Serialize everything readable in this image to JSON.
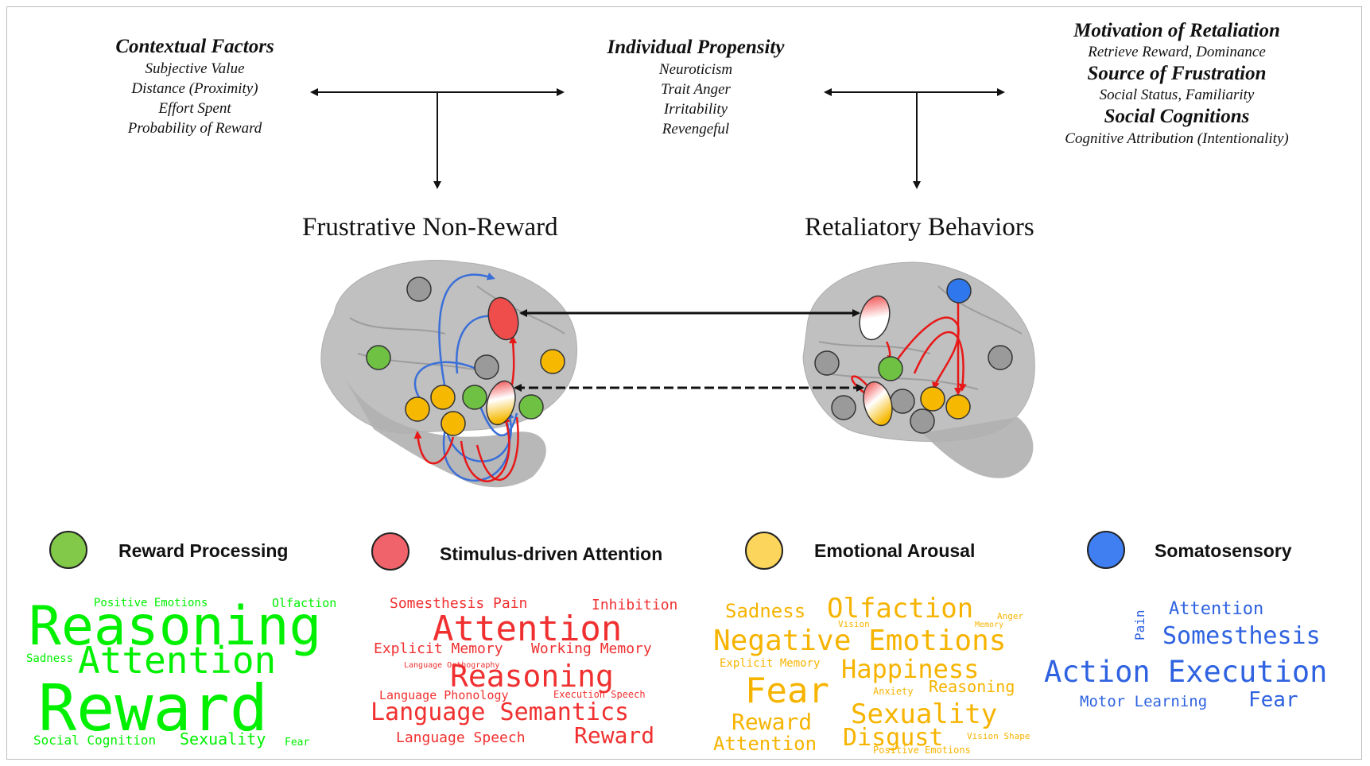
{
  "header": {
    "contextual": {
      "title": "Contextual Factors",
      "items": [
        "Subjective Value",
        "Distance (Proximity)",
        "Effort Spent",
        "Probability of Reward"
      ]
    },
    "individual": {
      "title": "Individual Propensity",
      "items": [
        "Neuroticism",
        "Trait Anger",
        "Irritability",
        "Revengeful"
      ]
    },
    "motivation": {
      "title": "Motivation of Retaliation",
      "sub": "Retrieve Reward, Dominance"
    },
    "source": {
      "title": "Source of Frustration",
      "sub": "Social Status, Familiarity"
    },
    "social": {
      "title": "Social Cognitions",
      "sub": "Cognitive Attribution (Intentionality)"
    }
  },
  "titles": {
    "left": "Frustrative Non-Reward",
    "right": "Retaliatory Behaviors"
  },
  "legend": [
    {
      "label": "Reward Processing",
      "color": "#82c94a"
    },
    {
      "label": "Stimulus-driven Attention",
      "color": "#f0636b"
    },
    {
      "label": "Emotional Arousal",
      "color": "#fcd55c"
    },
    {
      "label": "Somatosensory",
      "color": "#3f7ff2"
    }
  ],
  "colors": {
    "green": "#00f000",
    "red": "#f03030",
    "orange": "#f6b400",
    "blue": "#2e62e0",
    "node_gray": "#9a9a9a",
    "node_green": "#6fc143",
    "node_orange": "#f6b800",
    "node_blue": "#2f77ec",
    "node_red": "#ef4c4c"
  },
  "clouds": {
    "green": {
      "positive_emotions": "Positive Emotions",
      "olfaction": "Olfaction",
      "reasoning": "Reasoning",
      "sadness": "Sadness",
      "attention": "Attention",
      "reward": "Reward",
      "social_cognition": "Social Cognition",
      "sexuality": "Sexuality",
      "fear": "Fear"
    },
    "red": {
      "somesthesis_pain": "Somesthesis Pain",
      "inhibition": "Inhibition",
      "attention": "Attention",
      "explicit_memory": "Explicit Memory",
      "working_memory": "Working Memory",
      "reasoning": "Reasoning",
      "language_orthography": "Language Orthography",
      "language_phonology": "Language Phonology",
      "execution_speech": "Execution Speech",
      "language_semantics": "Language Semantics",
      "language_speech": "Language Speech",
      "reward": "Reward"
    },
    "orange": {
      "sadness": "Sadness",
      "olfaction": "Olfaction",
      "anger": "Anger",
      "vision": "Vision",
      "memory": "Memory",
      "negative_emotions": "Negative Emotions",
      "explicit_memory": "Explicit Memory",
      "happiness": "Happiness",
      "fear": "Fear",
      "anxiety": "Anxiety",
      "reasoning": "Reasoning",
      "reward": "Reward",
      "sexuality": "Sexuality",
      "attention": "Attention",
      "disgust": "Disgust",
      "vision_shape": "Vision Shape",
      "positive_emotions": "Positive Emotions"
    },
    "blue": {
      "attention": "Attention",
      "pain": "Pain",
      "somesthesis": "Somesthesis",
      "action_execution": "Action Execution",
      "motor_learning": "Motor Learning",
      "fear": "Fear"
    }
  }
}
